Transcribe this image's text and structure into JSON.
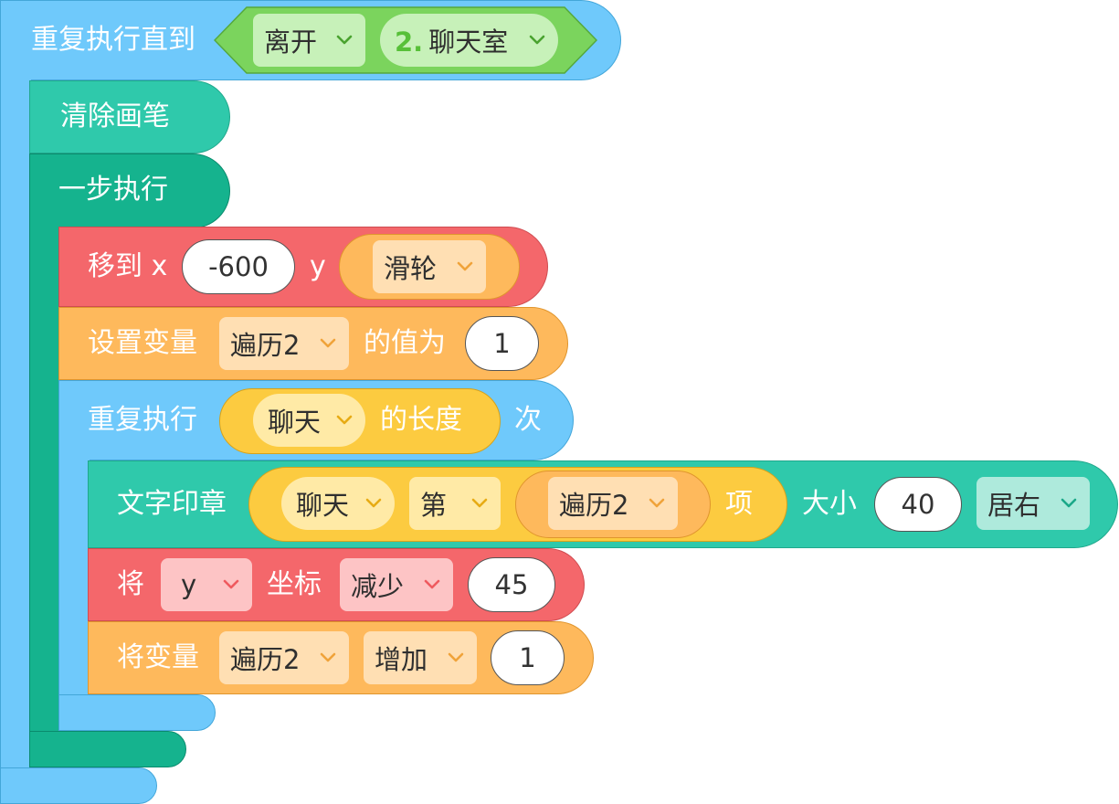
{
  "repeat_until": {
    "label": "重复执行直到",
    "condition_event": "离开",
    "condition_target_num": "2.",
    "condition_target_name": "聊天室"
  },
  "clear_pen": {
    "label": "清除画笔"
  },
  "step_run": {
    "label": "一步执行"
  },
  "move_to": {
    "label": "移到 x",
    "x_value": "-600",
    "y_label": "y",
    "y_source": "滑轮"
  },
  "set_variable": {
    "label": "设置变量",
    "variable": "遍历2",
    "value_label": "的值为",
    "value": "1"
  },
  "repeat_times": {
    "label": "重复执行",
    "list": "聊天",
    "length_label": "的长度",
    "times_label": "次"
  },
  "text_stamp": {
    "label": "文字印章",
    "list": "聊天",
    "item_prefix": "第",
    "index_var": "遍历2",
    "item_suffix": "项",
    "size_label": "大小",
    "size": "40",
    "align": "居右"
  },
  "change_coord": {
    "label": "将",
    "axis": "y",
    "coord_label": "坐标",
    "op": "减少",
    "value": "45"
  },
  "change_var": {
    "label": "将变量",
    "variable": "遍历2",
    "op": "增加",
    "value": "1"
  },
  "colors": {
    "control": "#6fc9fb",
    "pen": "#2fc9ab",
    "step": "#15b38e",
    "motion": "#f4676b",
    "variable": "#feb95c",
    "list": "#fccb40",
    "event": "#7bd45d"
  }
}
